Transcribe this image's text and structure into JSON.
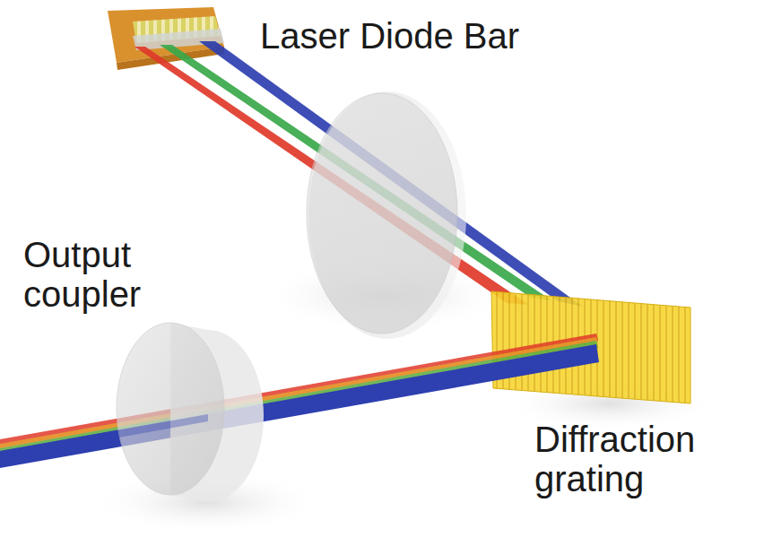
{
  "diagram": {
    "labels": [
      "Laser Diode Bar",
      "Output coupler",
      "Diffraction grating"
    ]
  }
}
